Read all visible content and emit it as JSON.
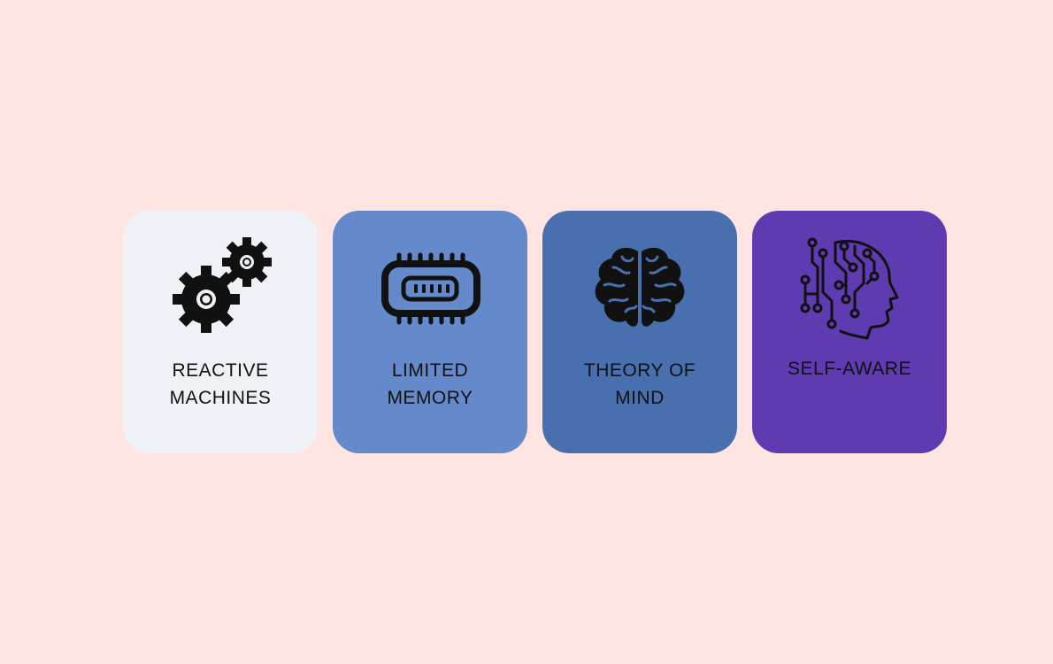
{
  "background": "#ffe4e1",
  "cards": [
    {
      "label": "REACTIVE\nMACHINES",
      "icon": "gears-icon",
      "color": "#eef1f6"
    },
    {
      "label": "LIMITED\nMEMORY",
      "icon": "memory-chip-icon",
      "color": "#658acb"
    },
    {
      "label": "THEORY OF\nMIND",
      "icon": "brain-icon",
      "color": "#4870af"
    },
    {
      "label": "SELF-AWARE",
      "icon": "ai-head-icon",
      "color": "#5e3bb0"
    }
  ]
}
